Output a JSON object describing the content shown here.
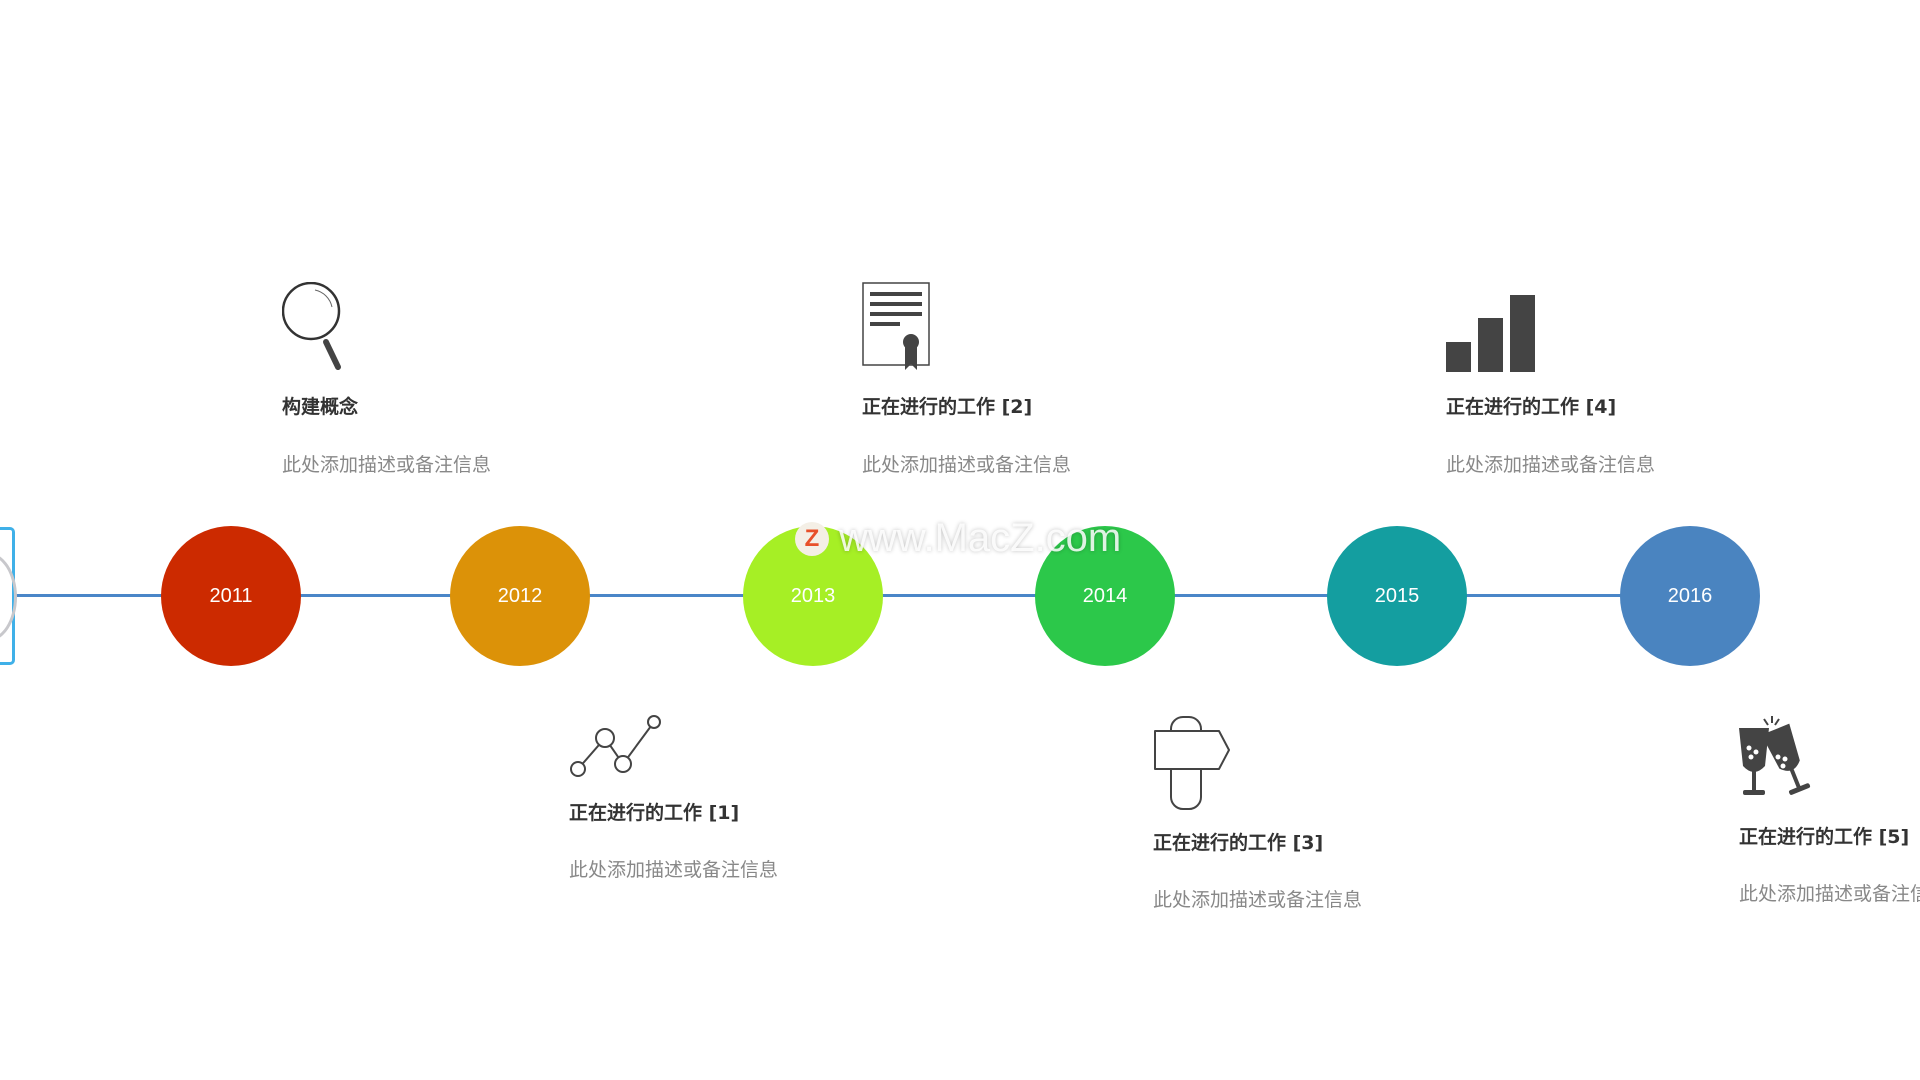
{
  "timeline": {
    "years": [
      {
        "label": "2011",
        "color": "#cc2a00"
      },
      {
        "label": "2012",
        "color": "#dc9208"
      },
      {
        "label": "2013",
        "color": "#a6ef25"
      },
      {
        "label": "2014",
        "color": "#2cc84a"
      },
      {
        "label": "2015",
        "color": "#149ea0"
      },
      {
        "label": "2016",
        "color": "#4a84c0"
      }
    ],
    "line_color": "#4a86c8"
  },
  "items": [
    {
      "icon": "magnifier-icon",
      "title": "构建概念",
      "desc": "此处添加描述或备注信息"
    },
    {
      "icon": "line-chart-icon",
      "title": "正在进行的工作 [1]",
      "desc": "此处添加描述或备注信息"
    },
    {
      "icon": "certificate-icon",
      "title": "正在进行的工作 [2]",
      "desc": "此处添加描述或备注信息"
    },
    {
      "icon": "signpost-icon",
      "title": "正在进行的工作 [3]",
      "desc": "此处添加描述或备注信息"
    },
    {
      "icon": "bar-chart-icon",
      "title": "正在进行的工作 [4]",
      "desc": "此处添加描述或备注信息"
    },
    {
      "icon": "champagne-icon",
      "title": "正在进行的工作 [5]",
      "desc": "此处添加描述或备注信息"
    }
  ],
  "watermark": {
    "badge": "Z",
    "text": "www.MacZ.com"
  }
}
